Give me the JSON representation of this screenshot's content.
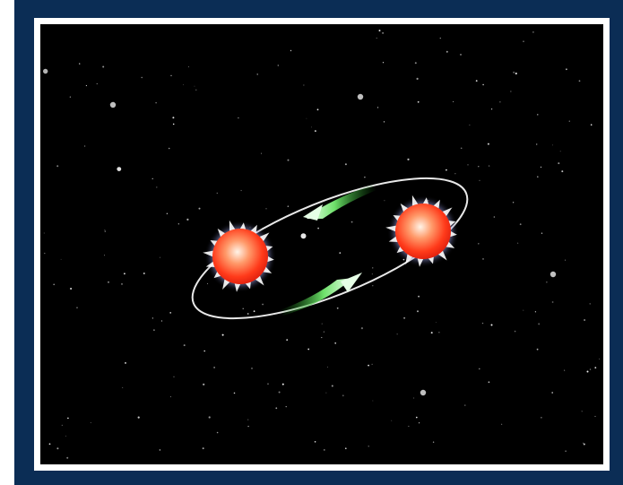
{
  "scene": {
    "description_visible_text": "",
    "colors": {
      "outer_border": "#0b2d55",
      "inner_border": "#ffffff",
      "space": "#000000",
      "star_core": "#ff3a1a",
      "star_glow": "#ffd0b0",
      "orbit": "#e8e8e8",
      "arrow_green": "#3ec43a",
      "arrow_tip": "#e6ffe6"
    },
    "bodies": [
      {
        "name": "left-star"
      },
      {
        "name": "right-star"
      }
    ],
    "arrows": [
      {
        "name": "upper-arrow",
        "direction": "leftward"
      },
      {
        "name": "lower-arrow",
        "direction": "rightward"
      }
    ]
  }
}
